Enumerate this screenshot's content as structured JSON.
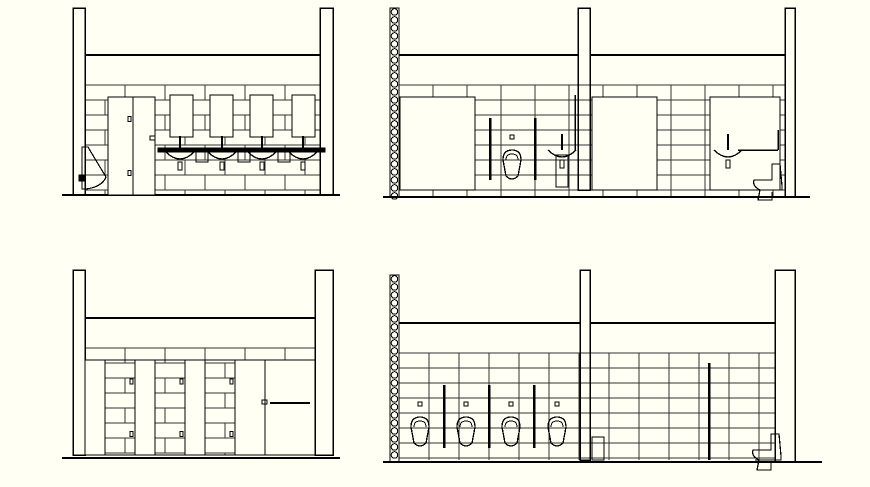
{
  "drawing": {
    "type": "restroom-elevations",
    "views": [
      {
        "id": "elevation-1",
        "fixtures": [
          "toilet-stall-door",
          "urinal",
          "wash-basin",
          "wash-basin",
          "wash-basin",
          "wash-basin",
          "mirror",
          "mirror",
          "mirror",
          "mirror"
        ]
      },
      {
        "id": "elevation-2",
        "fixtures": [
          "toilet-stall-door",
          "urinal",
          "wash-basin",
          "toilet-stall-door",
          "wash-basin",
          "toilet"
        ]
      },
      {
        "id": "elevation-3",
        "fixtures": [
          "toilet-stall-door",
          "toilet-stall-door",
          "toilet-stall-door",
          "toilet-stall-door"
        ]
      },
      {
        "id": "elevation-4",
        "fixtures": [
          "urinal",
          "urinal",
          "urinal",
          "urinal",
          "toilet"
        ]
      }
    ]
  },
  "colors": {
    "background": "#fffff3",
    "line": "#000000",
    "accent": "#c050c0"
  }
}
